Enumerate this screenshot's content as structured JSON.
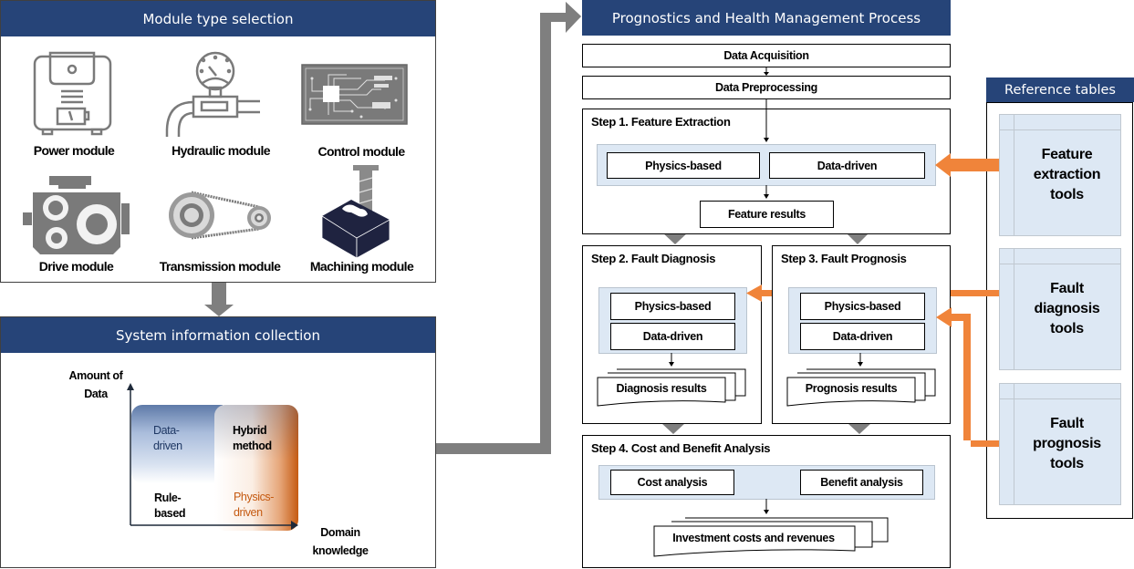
{
  "module_panel": {
    "title": "Module type selection",
    "modules": [
      {
        "label": "Power module",
        "icon": "power-module-icon"
      },
      {
        "label": "Hydraulic module",
        "icon": "hydraulic-module-icon"
      },
      {
        "label": "Control module",
        "icon": "circuit-board-icon"
      },
      {
        "label": "Drive module",
        "icon": "engine-icon"
      },
      {
        "label": "Transmission module",
        "icon": "belt-pulley-icon"
      },
      {
        "label": "Machining module",
        "icon": "milling-tool-icon"
      }
    ]
  },
  "system_panel": {
    "title": "System information collection",
    "y_axis": "Amount of Data",
    "y_axis_lines": [
      "Amount of",
      "Data"
    ],
    "x_axis_lines": [
      "Domain",
      "knowledge"
    ],
    "quadrants": {
      "data_driven": [
        "Data-",
        "driven"
      ],
      "hybrid": [
        "Hybrid",
        "method"
      ],
      "rule_based": [
        "Rule-",
        "based"
      ],
      "physics_driven": [
        "Physics-",
        "driven"
      ]
    },
    "colors": {
      "blue": "#a9bcdb",
      "orange": "#c55a11"
    }
  },
  "phm": {
    "title": "Prognostics and Health Management Process",
    "data_acquisition": "Data Acquisition",
    "data_preprocessing": "Data Preprocessing",
    "step1": {
      "title": "Step 1. Feature Extraction",
      "physics": "Physics-based",
      "data": "Data-driven",
      "result": "Feature results"
    },
    "step2": {
      "title": "Step 2. Fault Diagnosis",
      "physics": "Physics-based",
      "data": "Data-driven",
      "result": "Diagnosis results"
    },
    "step3": {
      "title": "Step 3. Fault Prognosis",
      "physics": "Physics-based",
      "data": "Data-driven",
      "result": "Prognosis results"
    },
    "step4": {
      "title": "Step 4. Cost and Benefit Analysis",
      "cost": "Cost analysis",
      "benefit": "Benefit analysis",
      "result": "Investment costs and revenues"
    }
  },
  "reference": {
    "title": "Reference tables",
    "tables": [
      {
        "lines": [
          "Feature",
          "extraction",
          "tools"
        ]
      },
      {
        "lines": [
          "Fault",
          "diagnosis",
          "tools"
        ]
      },
      {
        "lines": [
          "Fault",
          "prognosis",
          "tools"
        ]
      }
    ]
  },
  "colors": {
    "header": "#264478",
    "arrow_gray": "#7f7f7f",
    "arrow_orange": "#f0843a",
    "panel_blue": "#dde8f4"
  }
}
